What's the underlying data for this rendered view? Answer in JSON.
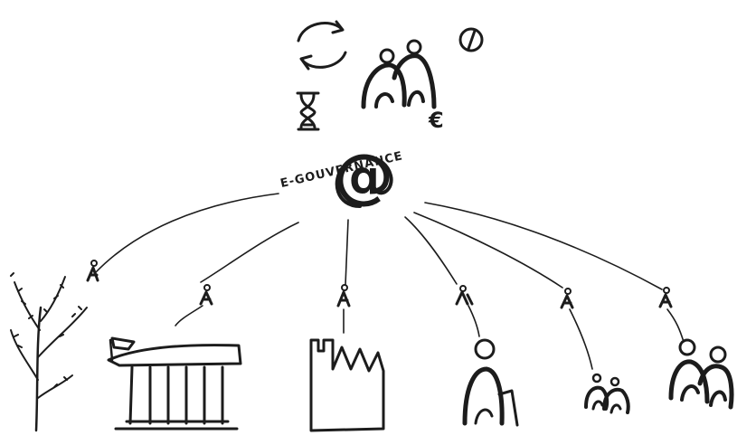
{
  "diagram": {
    "hub": {
      "symbol": "@",
      "label": "E-GOUVERNANCE"
    },
    "top_icons": {
      "cycle": "cycle-arrows-icon",
      "people": "people-group-icon",
      "compass": "compass-icon",
      "hourglass": "hourglass-icon",
      "currency": "€"
    },
    "nodes": [
      {
        "id": "nature",
        "icon": "tree-icon"
      },
      {
        "id": "government",
        "icon": "government-building-icon"
      },
      {
        "id": "industry",
        "icon": "factory-icon"
      },
      {
        "id": "elderly",
        "icon": "elderly-person-icon"
      },
      {
        "id": "children",
        "icon": "children-icon"
      },
      {
        "id": "citizens",
        "icon": "people-pair-icon"
      }
    ],
    "connector_icon": "person-walking-icon",
    "colors": {
      "ink": "#1c1c1c",
      "paper": "#ffffff"
    }
  }
}
